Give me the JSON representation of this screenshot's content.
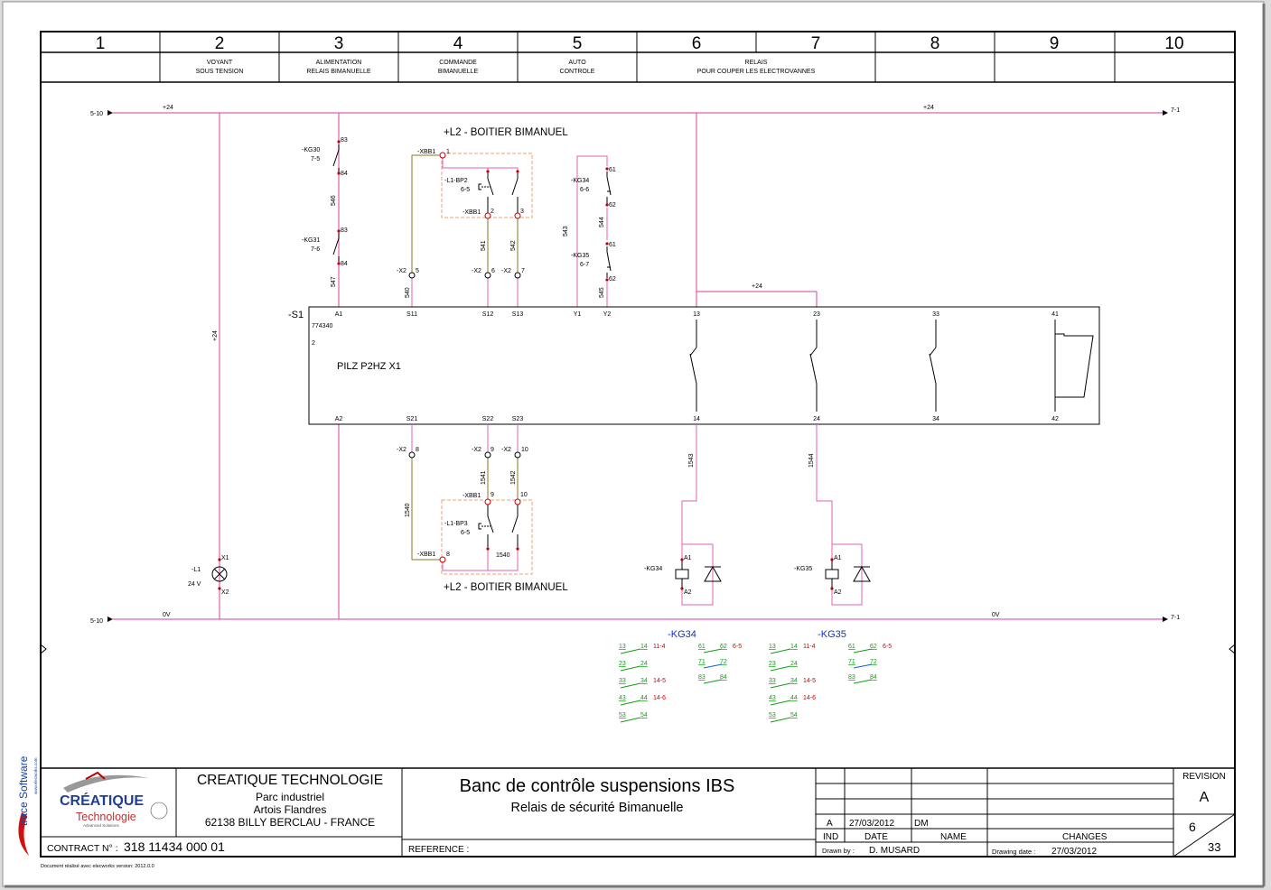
{
  "columns": [
    {
      "num": "1",
      "title": ""
    },
    {
      "num": "2",
      "title": "VOYANT\nSOUS   TENSION"
    },
    {
      "num": "3",
      "title": "ALIMENTATION\nRELAIS   BIMANUELLE"
    },
    {
      "num": "4",
      "title": "COMMANDE\nBIMANUELLE"
    },
    {
      "num": "5",
      "title": "AUTO\nCONTROLE"
    },
    {
      "num": "6",
      "title": ""
    },
    {
      "num": "7",
      "title": ""
    },
    {
      "num": "8",
      "title": ""
    },
    {
      "num": "9",
      "title": ""
    },
    {
      "num": "10",
      "title": ""
    }
  ],
  "relais_title": "RELAIS\nPOUR   COUPER   LES   ELECTROVANNES",
  "rails": {
    "top_left_ref": "5-10",
    "top_right_ref": "7-1",
    "top_label": "+24",
    "bottom_left_ref": "5-10",
    "bottom_right_ref": "7-1",
    "bottom_label": "0V",
    "vertical_label": "+24",
    "bridge_label": "+24"
  },
  "boitier_label": "+L2 - BOITIER BIMANUEL",
  "module": {
    "tag": "-S1",
    "ref": "774340",
    "model": "PILZ  P2HZ X1",
    "mark": "2",
    "top_pins": [
      "A1",
      "S11",
      "S12",
      "S13",
      "Y1",
      "Y2",
      "13",
      "23",
      "33",
      "41"
    ],
    "bottom_pins": [
      "A2",
      "S21",
      "S22",
      "S23",
      "14",
      "24",
      "34",
      "42"
    ]
  },
  "components": {
    "kg30": {
      "tag": "-KG30",
      "ref": "7-5",
      "p1": "83",
      "p2": "84"
    },
    "kg31": {
      "tag": "-KG31",
      "ref": "7-6",
      "p1": "83",
      "p2": "84"
    },
    "kg34c": {
      "tag": "-KG34",
      "ref": "6-6",
      "p1": "61",
      "p2": "62"
    },
    "kg35c": {
      "tag": "-KG35",
      "ref": "6-7",
      "p1": "61",
      "p2": "62"
    },
    "bp2": {
      "tag": "-L1-BP2",
      "ref": "6-5"
    },
    "bp3": {
      "tag": "-L1-BP3",
      "ref": "6-5"
    },
    "xbb1_top": [
      "-XBB1",
      "1",
      "-XBB1",
      "2",
      "3"
    ],
    "xbb1_bot": [
      "-XBB1",
      "9",
      "10",
      "-XBB1",
      "8"
    ],
    "x2_top": [
      "-X2",
      "5",
      "-X2",
      "6",
      "-X2",
      "7"
    ],
    "x2_bot": [
      "-X2",
      "8",
      "-X2",
      "9",
      "-X2",
      "10"
    ],
    "lamp": {
      "tag": "-L1",
      "volt": "24  V",
      "p1": "X1",
      "p2": "X2"
    },
    "coil34": {
      "tag": "-KG34",
      "a1": "A1",
      "a2": "A2"
    },
    "coil35": {
      "tag": "-KG35",
      "a1": "A1",
      "a2": "A2"
    }
  },
  "wires": {
    "w546": "546",
    "w547": "547",
    "w540": "540",
    "w541": "541",
    "w542": "542",
    "w543": "543",
    "w544": "544",
    "w545": "545",
    "w1543": "1543",
    "w1544": "1544",
    "w1540": "1540",
    "w1541": "1541",
    "w1542": "1542",
    "w1540b": "1540"
  },
  "contact_tables": [
    {
      "title": "-KG34",
      "left": [
        {
          "a": "13",
          "b": "14",
          "ref": "11-4"
        },
        {
          "a": "23",
          "b": "24",
          "ref": ""
        },
        {
          "a": "33",
          "b": "34",
          "ref": "14-5"
        },
        {
          "a": "43",
          "b": "44",
          "ref": "14-6"
        },
        {
          "a": "53",
          "b": "54",
          "ref": ""
        }
      ],
      "right": [
        {
          "a": "61",
          "b": "62",
          "ref": "6-5"
        },
        {
          "a": "71",
          "b": "72",
          "ref": ""
        },
        {
          "a": "83",
          "b": "84",
          "ref": ""
        }
      ]
    },
    {
      "title": "-KG35",
      "left": [
        {
          "a": "13",
          "b": "14",
          "ref": "11-4"
        },
        {
          "a": "23",
          "b": "24",
          "ref": ""
        },
        {
          "a": "33",
          "b": "34",
          "ref": "14-5"
        },
        {
          "a": "43",
          "b": "44",
          "ref": "14-6"
        },
        {
          "a": "53",
          "b": "54",
          "ref": ""
        }
      ],
      "right": [
        {
          "a": "61",
          "b": "62",
          "ref": "6-5"
        },
        {
          "a": "71",
          "b": "72",
          "ref": ""
        },
        {
          "a": "83",
          "b": "84",
          "ref": ""
        }
      ]
    }
  ],
  "titleblock": {
    "company": "CREATIQUE TECHNOLOGIE",
    "address1": "Parc industriel",
    "address2": "Artois Flandres",
    "address3": "62138 BILLY BERCLAU - FRANCE",
    "contract_label": "CONTRACT N° :",
    "contract_value": "318 11434 000 01",
    "reference_label": "REFERENCE :",
    "title": "Banc de contrôle suspensions IBS",
    "subtitle": "Relais de sécurité Bimanuelle",
    "revision_label": "REVISION",
    "revision": "A",
    "rev_row": {
      "ind": "A",
      "date": "27/03/2012",
      "name": "DM"
    },
    "head": {
      "ind": "IND",
      "date": "DATE",
      "name": "NAME",
      "changes": "CHANGES"
    },
    "drawn_label": "Drawn   by  :",
    "drawn_value": "D. MUSARD",
    "drawing_date_label": "Drawing   date  :",
    "drawing_date_value": "27/03/2012",
    "page": "6",
    "total": "33",
    "logo_main": "CRÉATIQUE",
    "logo_sub": "Technologie",
    "logo_tag": "Advanced Solutions"
  },
  "footer": {
    "note": "Document réalisé avec elecworks version: 2012.0.0",
    "brand": "trace  Software",
    "brand_url": "www.elecworks.com"
  }
}
